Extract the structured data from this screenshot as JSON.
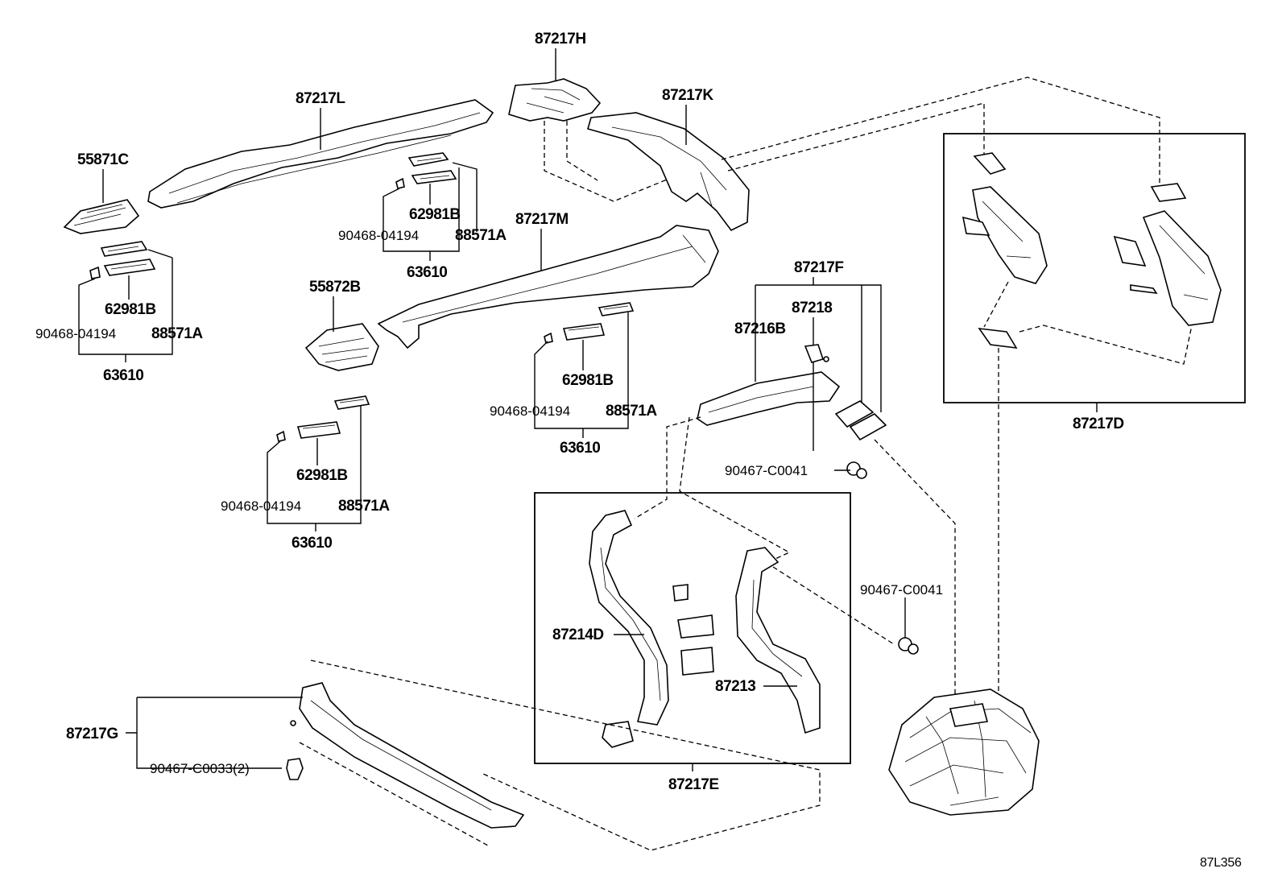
{
  "labels": {
    "p87217H": "87217H",
    "p87217L": "87217L",
    "p87217K": "87217K",
    "p55871C": "55871C",
    "p62981B_a": "62981B",
    "p88571A_a": "88571A",
    "p90468_a": "90468-04194",
    "p63610_a": "63610",
    "p62981B_b": "62981B",
    "p88571A_b": "88571A",
    "p90468_b": "90468-04194",
    "p63610_b": "63610",
    "p87217M": "87217M",
    "p55872B": "55872B",
    "p62981B_c": "62981B",
    "p88571A_c": "88571A",
    "p90468_c": "90468-04194",
    "p63610_c": "63610",
    "p62981B_d": "62981B",
    "p88571A_d": "88571A",
    "p90468_d": "90468-04194",
    "p63610_d": "63610",
    "p87217F": "87217F",
    "p87218": "87218",
    "p87216B": "87216B",
    "p90467_C0041_a": "90467-C0041",
    "p90467_C0041_b": "90467-C0041",
    "p87217D": "87217D",
    "p87214D": "87214D",
    "p87213": "87213",
    "p87217E": "87217E",
    "p87217G": "87217G",
    "p90467_C0033": "90467-C0033(2)"
  },
  "diagram_code": "87L356"
}
